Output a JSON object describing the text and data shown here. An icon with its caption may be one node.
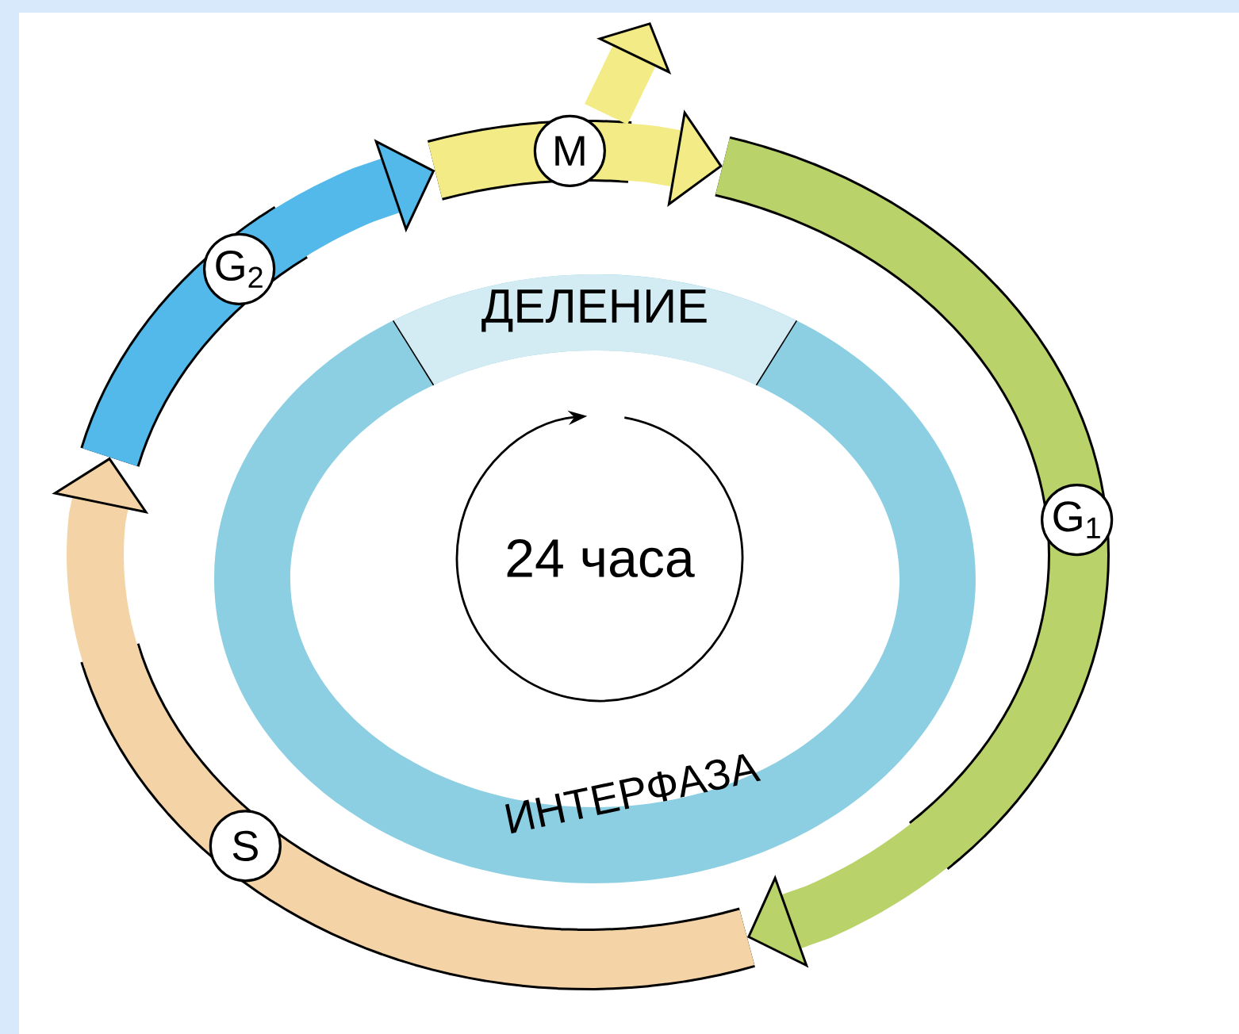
{
  "diagram": {
    "nodes": [
      {
        "text": [
          "M"
        ]
      },
      {
        "text": [
          "G$_{2}$"
        ]
      },
      {
        "text": [
          "G$_{1}$"
        ]
      },
      {
        "text": [
          "24 часа"
        ]
      },
      {
        "text": [
          "S"
        ]
      }
    ],
    "edges": [
      {
        "from": 0,
        "to": 2,
        "arrow": "to",
        "color": "#f3ec86"
      },
      {
        "from": 0,
        "to": null,
        "arrow": "to",
        "color": "#f3ec86"
      },
      {
        "from": 2,
        "to": 4,
        "arrow": "to",
        "color": "#b9d36a"
      },
      {
        "from": 4,
        "to": 1,
        "arrow": "to",
        "color": "#f4d3a6"
      },
      {
        "from": 1,
        "to": 0,
        "arrow": "to",
        "color": "#52b9ea"
      }
    ],
    "labels": [
      "ДЕЛЕНИЕ",
      "ИНТЕРФАЗА"
    ]
  }
}
